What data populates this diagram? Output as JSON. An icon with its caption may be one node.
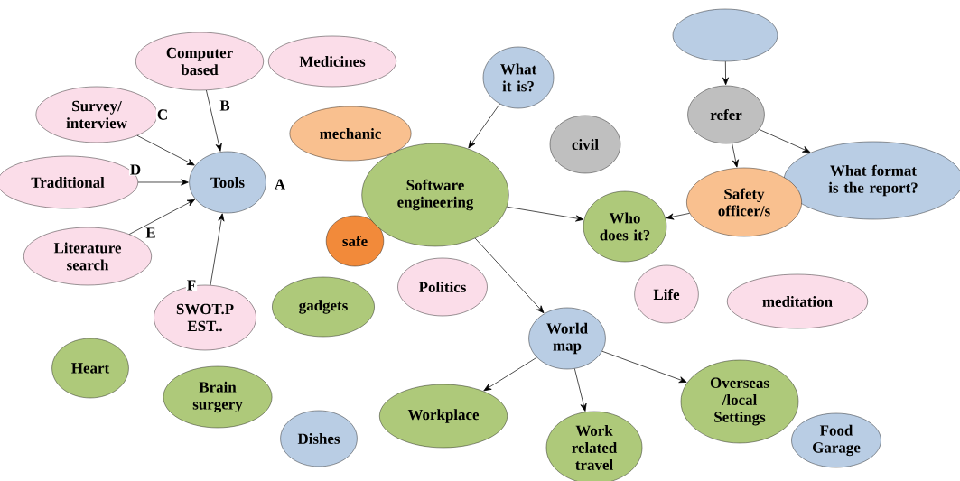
{
  "diagram": {
    "nodes": [
      {
        "text": [
          "Computer based"
        ]
      },
      {
        "text": [
          "Survey/ interview"
        ]
      },
      {
        "text": [
          "Traditional"
        ]
      },
      {
        "text": [
          "Literature search"
        ]
      },
      {
        "text": [
          "SWOT.P EST.."
        ]
      },
      {
        "text": [
          "Tools"
        ],
        "beside": [
          "A"
        ]
      },
      {
        "text": [
          "Medicines"
        ]
      },
      {
        "text": [
          "mechanic"
        ]
      },
      {
        "text": [
          "safe"
        ]
      },
      {
        "text": [
          "gadgets"
        ]
      },
      {
        "text": [
          "Heart"
        ]
      },
      {
        "text": [
          "Brain surgery"
        ]
      },
      {
        "text": [
          "Dishes"
        ]
      },
      {
        "text": [
          "Politics"
        ]
      },
      {
        "text": [
          "What it is?"
        ]
      },
      {
        "text": [
          "Software engineering"
        ]
      },
      {
        "text": [
          "civil"
        ]
      },
      {
        "text": [],
        "shape": "circle"
      },
      {
        "text": [
          "refer"
        ]
      },
      {
        "text": [
          "What  format is the report?"
        ]
      },
      {
        "text": [
          "Safety officer/s"
        ]
      },
      {
        "text": [
          "Who does it?"
        ]
      },
      {
        "text": [
          "Life"
        ]
      },
      {
        "text": [
          "meditation"
        ]
      },
      {
        "text": [
          "World map"
        ]
      },
      {
        "text": [
          "Workplace"
        ]
      },
      {
        "text": [
          "Work related travel"
        ]
      },
      {
        "text": [
          "Overseas /local Settings"
        ]
      },
      {
        "text": [
          "Food Garage"
        ]
      }
    ],
    "edges": [
      {
        "from": 0,
        "to": 5,
        "arrow": "to",
        "label": "B"
      },
      {
        "from": 1,
        "to": 5,
        "arrow": "to",
        "label": "C"
      },
      {
        "from": 2,
        "to": 5,
        "arrow": "to",
        "label": "D"
      },
      {
        "from": 3,
        "to": 5,
        "arrow": "to",
        "label": "E"
      },
      {
        "from": 4,
        "to": 5,
        "arrow": "to",
        "label": "F"
      },
      {
        "from": 14,
        "to": 15,
        "arrow": "to"
      },
      {
        "from": 15,
        "to": 21,
        "arrow": "to"
      },
      {
        "from": 15,
        "to": 24,
        "arrow": "to"
      },
      {
        "from": 17,
        "to": 18,
        "arrow": "to"
      },
      {
        "from": 18,
        "to": 20,
        "arrow": "to"
      },
      {
        "from": 18,
        "to": 19,
        "arrow": "to"
      },
      {
        "from": 20,
        "to": 21,
        "arrow": "to"
      },
      {
        "from": 24,
        "to": 25,
        "arrow": "to"
      },
      {
        "from": 24,
        "to": 26,
        "arrow": "to"
      },
      {
        "from": 24,
        "to": 27,
        "arrow": "to"
      }
    ]
  }
}
